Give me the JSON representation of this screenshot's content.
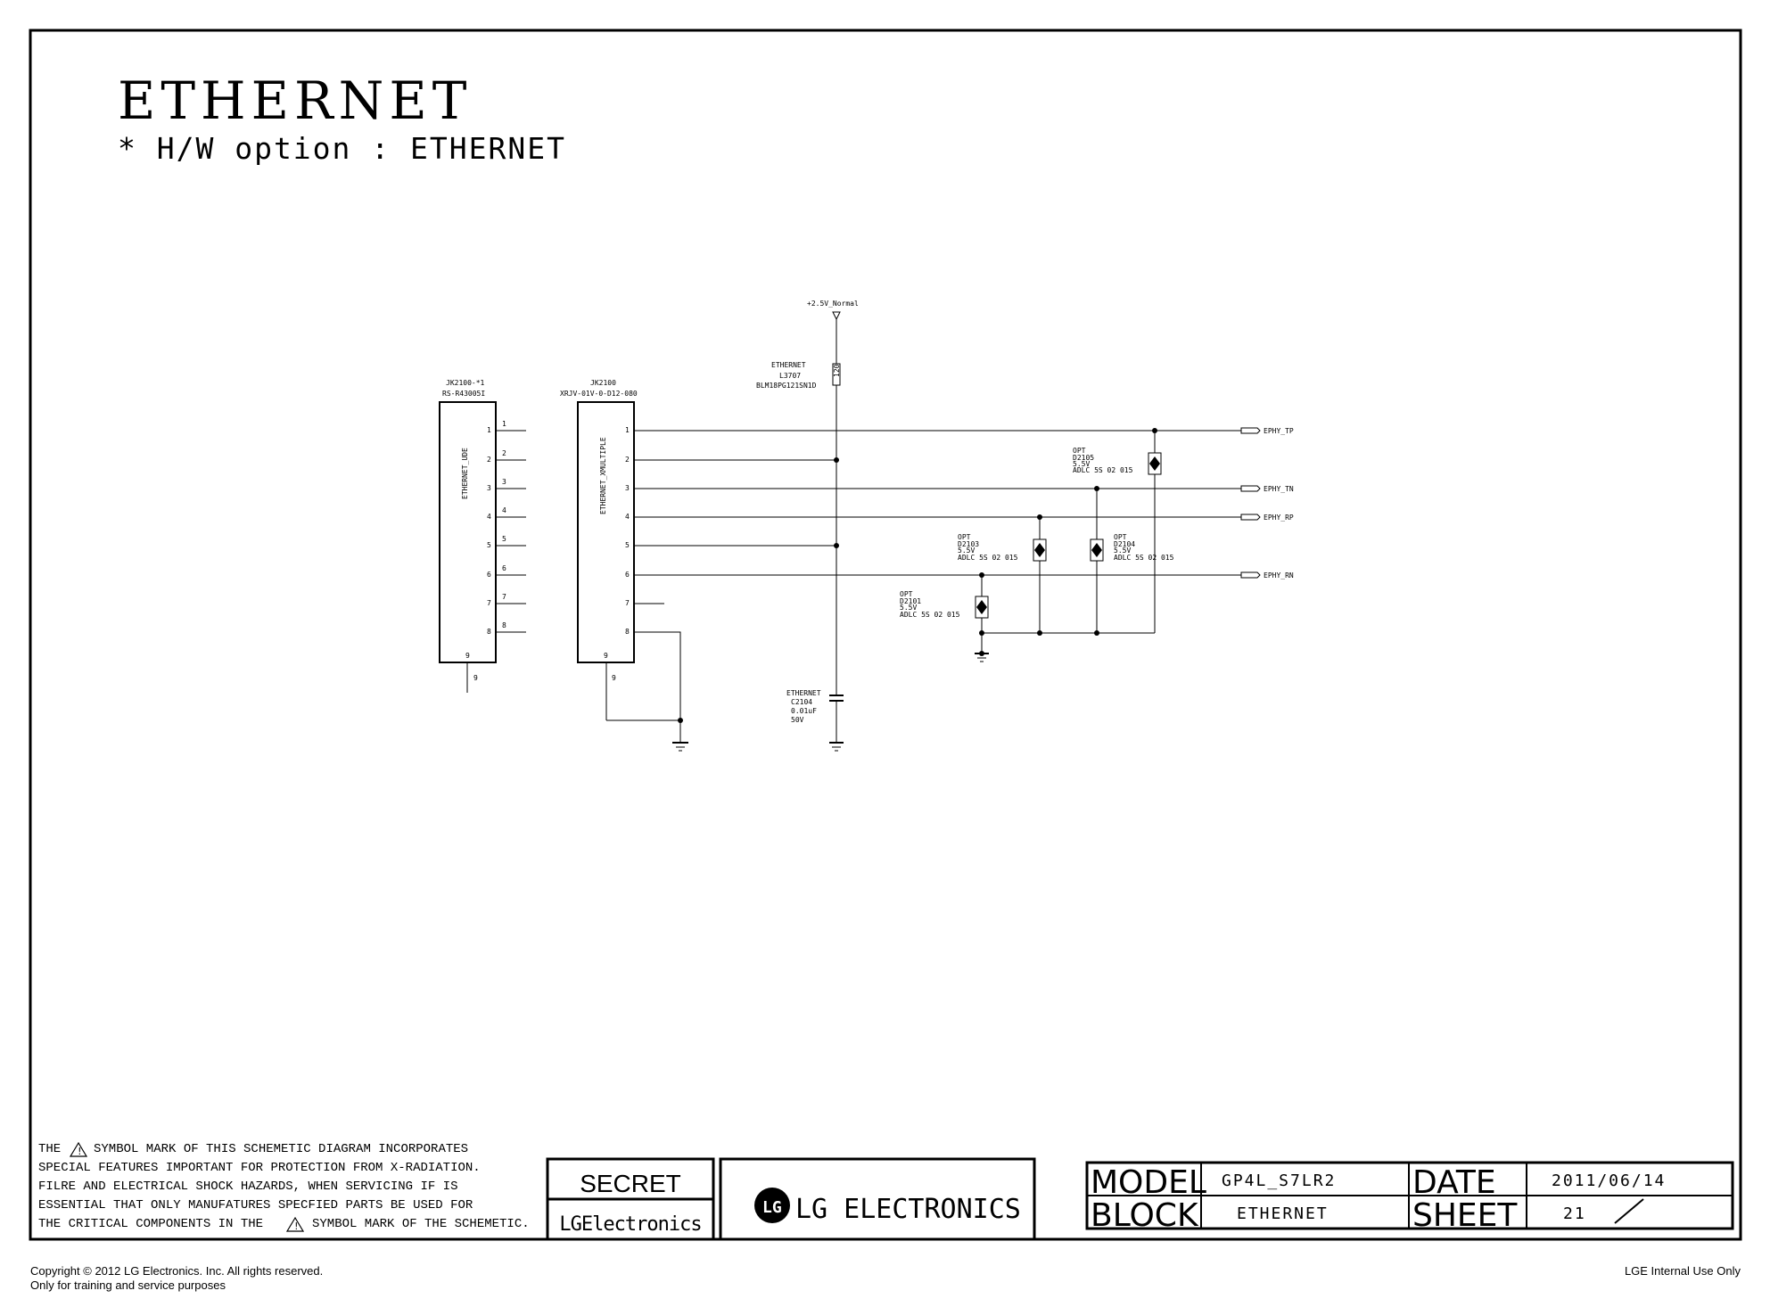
{
  "title": "ETHERNET",
  "subtitle": "* H/W option : ETHERNET",
  "power_rail": "+2.5V_Normal",
  "connectors": [
    {
      "ref": "JK2100-*1",
      "part": "RS-R43005I",
      "net": "ETHERNET_UDE",
      "pins": [
        "1",
        "2",
        "3",
        "4",
        "5",
        "6",
        "7",
        "8",
        "9"
      ]
    },
    {
      "ref": "JK2100",
      "part": "XRJV-01V-0-D12-080",
      "net": "ETHERNET_XMULTIPLE",
      "pins": [
        "1",
        "2",
        "3",
        "4",
        "5",
        "6",
        "7",
        "8",
        "9"
      ]
    }
  ],
  "components": {
    "l3707": {
      "tag": "ETHERNET",
      "ref": "L3707",
      "part": "BLM18PG121SN1D",
      "body": "120"
    },
    "c2104": {
      "tag": "ETHERNET",
      "ref": "C2104",
      "value": "0.01uF",
      "voltage": "50V"
    },
    "d2105": {
      "opt": "OPT",
      "ref": "D2105",
      "volt": "5.5V",
      "part": "ADLC 5S 02 015"
    },
    "d2103": {
      "opt": "OPT",
      "ref": "D2103",
      "volt": "5.5V",
      "part": "ADLC 5S 02 015"
    },
    "d2104": {
      "opt": "OPT",
      "ref": "D2104",
      "volt": "5.5V",
      "part": "ADLC 5S 02 015"
    },
    "d2101": {
      "opt": "OPT",
      "ref": "D2101",
      "volt": "5.5V",
      "part": "ADLC 5S 02 015"
    }
  },
  "nets": [
    "EPHY_TP",
    "EPHY_TN",
    "EPHY_RP",
    "EPHY_RN"
  ],
  "safety_note": [
    "THE",
    "SYMBOL MARK OF THIS SCHEMETIC DIAGRAM INCORPORATES",
    "SPECIAL FEATURES IMPORTANT FOR PROTECTION FROM X-RADIATION.",
    "FILRE AND ELECTRICAL SHOCK HAZARDS, WHEN SERVICING IF IS",
    "ESSENTIAL THAT ONLY MANUFATURES SPECFIED PARTS BE USED FOR",
    "THE CRITICAL COMPONENTS IN THE",
    "SYMBOL MARK OF THE SCHEMETIC."
  ],
  "warning_glyph": "!",
  "secret_box": {
    "label": "SECRET",
    "brand": "LGElectronics"
  },
  "logo": {
    "mark": "LG",
    "text": "LG ELECTRONICS"
  },
  "title_block": {
    "model_label": "MODEL",
    "model": "GP4L_S7LR2",
    "date_label": "DATE",
    "date": "2011/06/14",
    "block_label": "BLOCK",
    "block": "ETHERNET",
    "sheet_label": "SHEET",
    "sheet": "21"
  },
  "footer": {
    "copyright": "Copyright © 2012 LG Electronics. Inc. All rights reserved.",
    "training": "Only for training and service purposes",
    "internal": "LGE Internal Use Only"
  }
}
